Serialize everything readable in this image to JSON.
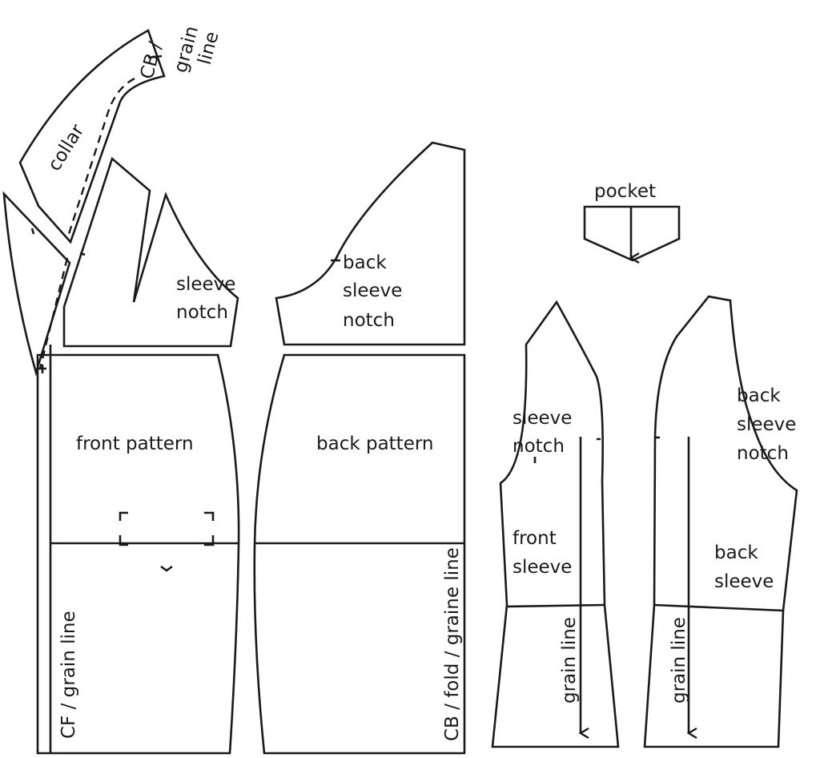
{
  "labels": {
    "collar": "collar",
    "cb_grain_1": "CB /",
    "cb_grain_2": "grain",
    "cb_grain_3": "line",
    "front_sleeve_notch_1": "sleeve",
    "front_sleeve_notch_2": "notch",
    "back_sleeve_notch_1": "back",
    "back_sleeve_notch_2": "sleeve",
    "back_sleeve_notch_3": "notch",
    "pocket": "pocket",
    "front_pattern": "front pattern",
    "back_pattern": "back pattern",
    "cf_grain": "CF / grain line",
    "cb_fold_grain": "CB / fold / graine line",
    "sleeve_notch_1": "sleeve",
    "sleeve_notch_2": "notch",
    "front_sleeve_1": "front",
    "front_sleeve_2": "sleeve",
    "grain_line_front": "grain line",
    "bsleeve_notch_1": "back",
    "bsleeve_notch_2": "sleeve",
    "bsleeve_notch_3": "notch",
    "back_sleeve_1": "back",
    "back_sleeve_2": "sleeve",
    "grain_line_back": "grain line"
  },
  "colors": {
    "line": "#1a1a1a",
    "background": "#ffffff"
  }
}
